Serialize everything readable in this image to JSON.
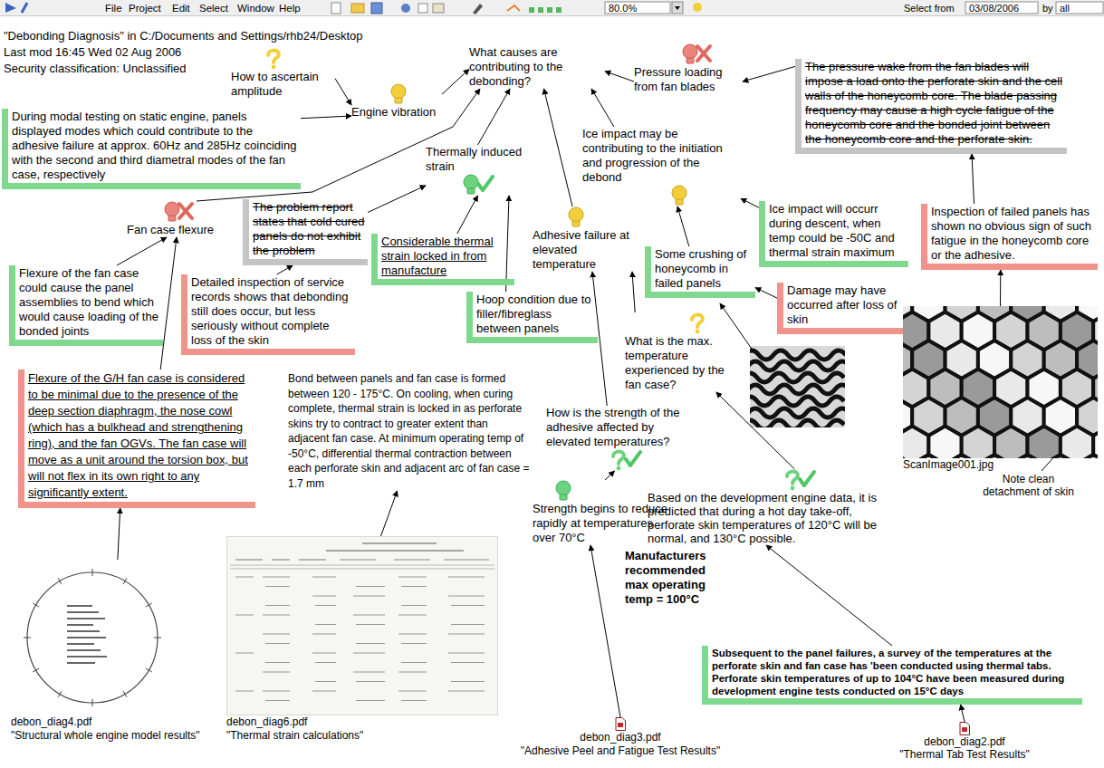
{
  "diagram": {
    "nodes": [
      {
        "text": [
          "What causes are contributing to the debonding?"
        ]
      },
      {
        "text": [
          "How to ascertain amplitude"
        ]
      },
      {
        "text": [
          "Pressure loading from fan blades"
        ]
      },
      {
        "text": [
          "The pressure wake from the fan blades will impose a load onto the perforate skin and the cell walls of the honeycomb core. The blade passing frequency may cause a high cycle fatigue of the honeycomb core and the bonded joint between the honeycomb core and the perforate skin."
        ]
      },
      {
        "text": [
          "Engine vibration"
        ]
      },
      {
        "text": [
          "During modal testing on static engine, panels displayed modes which could contribute to the adhesive failure at approx. 60Hz and 285Hz coinciding with the second and third diametral modes of the fan case, respectively"
        ]
      },
      {
        "text": [
          "Thermally induced strain"
        ]
      },
      {
        "text": [
          "Ice impact may be contributing to the initiation and progression of the debond"
        ]
      },
      {
        "text": [
          "Inspection of failed panels has shown no obvious sign of such fatigue in the honeycomb core or the adhesive."
        ]
      },
      {
        "text": [
          "Ice impact will occurr during descent, when temp could be -50C and thermal strain maximum"
        ]
      },
      {
        "text": [
          "Fan case flexure"
        ]
      },
      {
        "text": [
          "The problem report states that cold cured panels do not exhibit the problem"
        ]
      },
      {
        "text": [
          "Adhesive failure at elevated temperature"
        ]
      },
      {
        "text": [
          "Considerable thermal strain locked in from manufacture"
        ]
      },
      {
        "text": [
          "Some crushing of honeycomb in failed panels"
        ]
      },
      {
        "text": [
          "Flexure of the fan case could cause the panel assemblies to bend which would cause loading of the bonded joints"
        ]
      },
      {
        "text": [
          "Detailed inspection of service records shows that debonding still does occur, but less seriously without complete loss of the skin"
        ]
      },
      {
        "text": [
          "Damage may have occurred after loss of skin"
        ]
      },
      {
        "text": [
          "Hoop condition due to filler/fibreglass between panels"
        ]
      },
      {
        "text": [
          "ScanImage001.jpg"
        ]
      },
      {
        "text": [
          "What is the max. temperature experienced by the fan case?"
        ]
      },
      {
        "text": [
          "Flexure of the G/H fan case is considered to be minimal due to the presence of the deep section diaphragm, the nose cowl (which has a bulkhead and strengthening ring), and the fan OGVs. The fan case will move as a unit around the torsion box, but will not flex in its own right to any significantly extent."
        ]
      },
      {
        "text": [
          "Bond between panels and fan case is formed between 120 - 175°C. On cooling, when curing complete, thermal strain is locked in as perforate skins try to contract to greater extent than adjacent fan case. At minimum operating temp of -50°C, differential thermal contraction between each perforate skin and adjacent arc of fan case = 1.7 mm"
        ]
      },
      {
        "text": [
          "How is the strength of the adhesive affected by elevated temperatures?"
        ]
      },
      {
        "text": [
          "Based on the development engine data, it is predicted that during a hot day take-off, perforate skin temperatures of 120°C will be normal, and 130°C possible."
        ]
      },
      {
        "text": [
          "Strength begins to reduce rapidly at temperatures over 70°C"
        ]
      },
      {
        "text": [
          "Manufacturers recommended max operating temp = 100°C"
        ]
      },
      {
        "text": [
          "debon_diag4.pdf",
          "\"Structural whole engine model results\""
        ]
      },
      {
        "text": [
          "debon_diag6.pdf",
          "\"Thermal strain calculations\""
        ]
      },
      {
        "text": [
          "Subsequent to the panel failures, a survey of the temperatures at the perforate skin and fan case has 'been conducted using thermal tabs. Perforate skin temperatures of up to 104°C have been measured during development engine tests conducted on 15°C days"
        ]
      },
      {
        "text": [
          "debon_diag3.pdf",
          "\"Adhesive Peel and Fatigue Test Results\""
        ]
      },
      {
        "text": [
          "debon_diag2.pdf",
          "\"Thermal Tab Test Results\""
        ]
      }
    ],
    "edges": [
      {
        "from": 1,
        "to": 4,
        "arrow": "to"
      },
      {
        "from": 4,
        "to": 0,
        "arrow": "to"
      },
      {
        "from": 5,
        "to": 4,
        "arrow": "to"
      },
      {
        "from": 2,
        "to": 0,
        "arrow": "to"
      },
      {
        "from": 3,
        "to": 2,
        "arrow": "to"
      },
      {
        "from": 8,
        "to": 3,
        "arrow": "to"
      },
      {
        "from": 19,
        "to": 8,
        "arrow": "to"
      },
      {
        "from": 6,
        "to": 0,
        "arrow": "to"
      },
      {
        "from": 7,
        "to": 0,
        "arrow": "to"
      },
      {
        "from": 12,
        "to": 0,
        "arrow": "to"
      },
      {
        "from": 10,
        "to": 0,
        "arrow": "to"
      },
      {
        "from": 13,
        "to": 6,
        "arrow": "to"
      },
      {
        "from": 18,
        "to": 6,
        "arrow": "to"
      },
      {
        "from": 11,
        "to": 6,
        "arrow": "to"
      },
      {
        "from": 16,
        "to": 11,
        "arrow": "to"
      },
      {
        "from": 15,
        "to": 10,
        "arrow": "to"
      },
      {
        "from": 21,
        "to": 10,
        "arrow": "to"
      },
      {
        "from": 27,
        "to": 21,
        "arrow": "to"
      },
      {
        "from": 28,
        "to": 22,
        "arrow": "to"
      },
      {
        "from": 14,
        "to": 7,
        "arrow": "to"
      },
      {
        "from": 17,
        "to": 14,
        "arrow": "to"
      },
      {
        "from": 9,
        "to": 7,
        "arrow": "to"
      },
      {
        "from": 20,
        "to": 12,
        "arrow": "to"
      },
      {
        "from": 23,
        "to": 12,
        "arrow": "to"
      },
      {
        "from": 24,
        "to": 20,
        "arrow": "to"
      },
      {
        "from": 29,
        "to": 24,
        "arrow": "to"
      },
      {
        "from": 31,
        "to": 29,
        "arrow": "to"
      },
      {
        "from": 25,
        "to": 23,
        "arrow": "to"
      },
      {
        "from": 30,
        "to": 25,
        "arrow": "to"
      }
    ],
    "labels": [
      "File",
      "Project",
      "Edit",
      "Select",
      "Window",
      "Help",
      "80.0%",
      "Select from",
      "03/08/2006",
      "by",
      "all",
      "\"Debonding Diagnosis\" in C:/Documents and Settings/rhb24/Desktop",
      "Last mod 16:45 Wed 02 Aug 2006",
      "Security classification: Unclassified",
      "Note clean detachment of skin"
    ]
  }
}
